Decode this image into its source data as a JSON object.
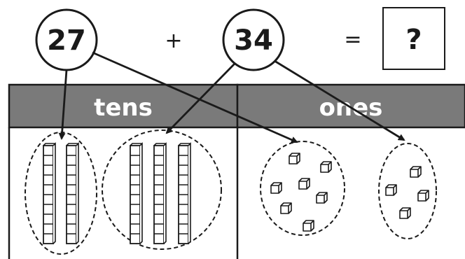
{
  "equation": {
    "addend_1": "27",
    "plus": "+",
    "addend_2": "34",
    "equals": "=",
    "unknown": "?"
  },
  "table": {
    "tens_header": "tens",
    "ones_header": "ones",
    "header_color": "#7a7a7a"
  },
  "groups": {
    "first_tens_rods": 2,
    "second_tens_rods": 3,
    "first_ones_cubes": 7,
    "second_ones_cubes": 4
  }
}
